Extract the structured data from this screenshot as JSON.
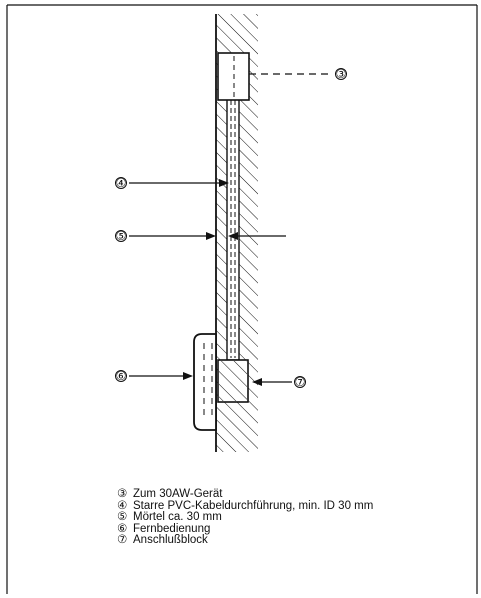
{
  "callouts": {
    "c3": "③",
    "c4": "④",
    "c5": "⑤",
    "c6": "⑥",
    "c7": "⑦"
  },
  "legend": [
    {
      "marker": "③",
      "text": "Zum 30AW-Gerät"
    },
    {
      "marker": "④",
      "text": "Starre PVC-Kabeldurchführung, min. ID 30 mm"
    },
    {
      "marker": "⑤",
      "text": "Mörtel ca. 30 mm"
    },
    {
      "marker": "⑥",
      "text": "Fernbedienung"
    },
    {
      "marker": "⑦",
      "text": "Anschlußblock"
    }
  ],
  "colors": {
    "ink": "#111111",
    "background": "#ffffff"
  }
}
